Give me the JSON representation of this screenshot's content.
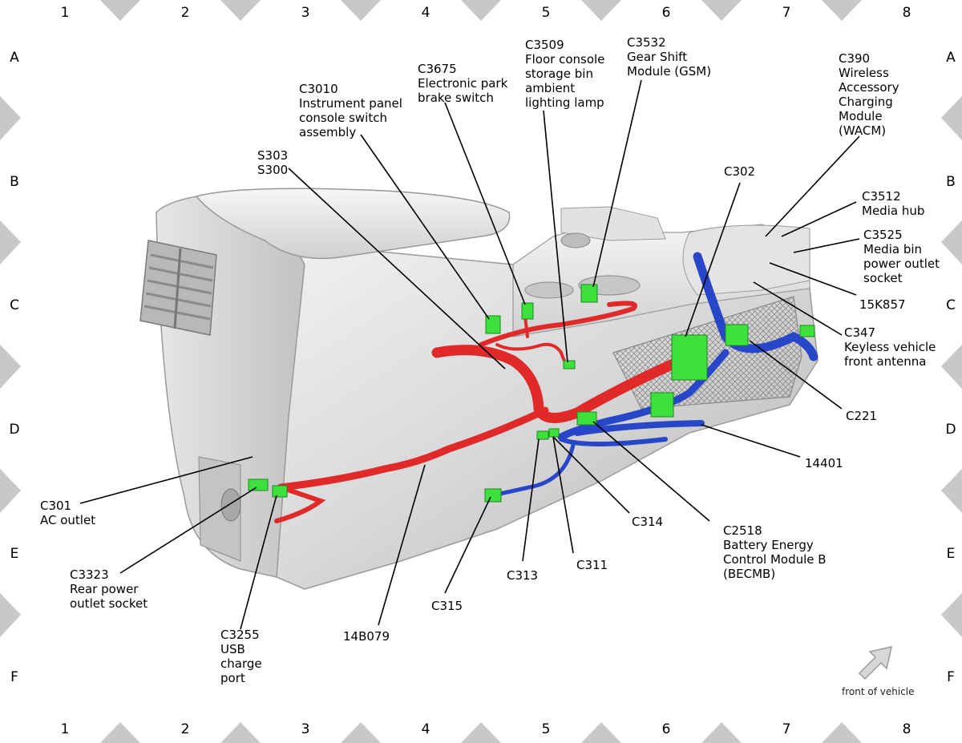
{
  "grid": {
    "columns": [
      "1",
      "2",
      "3",
      "4",
      "5",
      "6",
      "7",
      "8"
    ],
    "rows": [
      "A",
      "B",
      "C",
      "D",
      "E",
      "F"
    ]
  },
  "labels": {
    "c3010": [
      "C3010",
      "Instrument panel",
      "console switch",
      "assembly"
    ],
    "c3675": [
      "C3675",
      "Electronic park",
      "brake switch"
    ],
    "c3509": [
      "C3509",
      "Floor console",
      "storage bin",
      "ambient",
      "lighting lamp"
    ],
    "c3532": [
      "C3532",
      "Gear Shift",
      "Module (GSM)"
    ],
    "c390": [
      "C390",
      "Wireless",
      "Accessory",
      "Charging",
      "Module",
      "(WACM)"
    ],
    "s303": [
      "S303",
      "S300"
    ],
    "c302": [
      "C302"
    ],
    "c3512": [
      "C3512",
      "Media hub"
    ],
    "c3525": [
      "C3525",
      "Media bin",
      "power outlet",
      "socket"
    ],
    "k15k857": [
      "15K857"
    ],
    "c347": [
      "C347",
      "Keyless vehicle",
      "front antenna"
    ],
    "c221": [
      "C221"
    ],
    "n14401": [
      "14401"
    ],
    "c301": [
      "C301",
      "AC outlet"
    ],
    "c3323": [
      "C3323",
      "Rear power",
      "outlet socket"
    ],
    "c3255": [
      "C3255",
      "USB",
      "charge",
      "port"
    ],
    "n14b079": [
      "14B079"
    ],
    "c315": [
      "C315"
    ],
    "c313": [
      "C313"
    ],
    "c311": [
      "C311"
    ],
    "c314": [
      "C314"
    ],
    "c2518": [
      "C2518",
      "Battery Energy",
      "Control Module B",
      "(BECMB)"
    ]
  },
  "orientation": {
    "text": "front of vehicle"
  },
  "colors": {
    "harness_red": "#e02a2a",
    "harness_blue": "#2846c8",
    "connector_green": "#3ee03e",
    "console_gray": "#d4d4d4",
    "border_triangle": "#c8c8c8"
  }
}
